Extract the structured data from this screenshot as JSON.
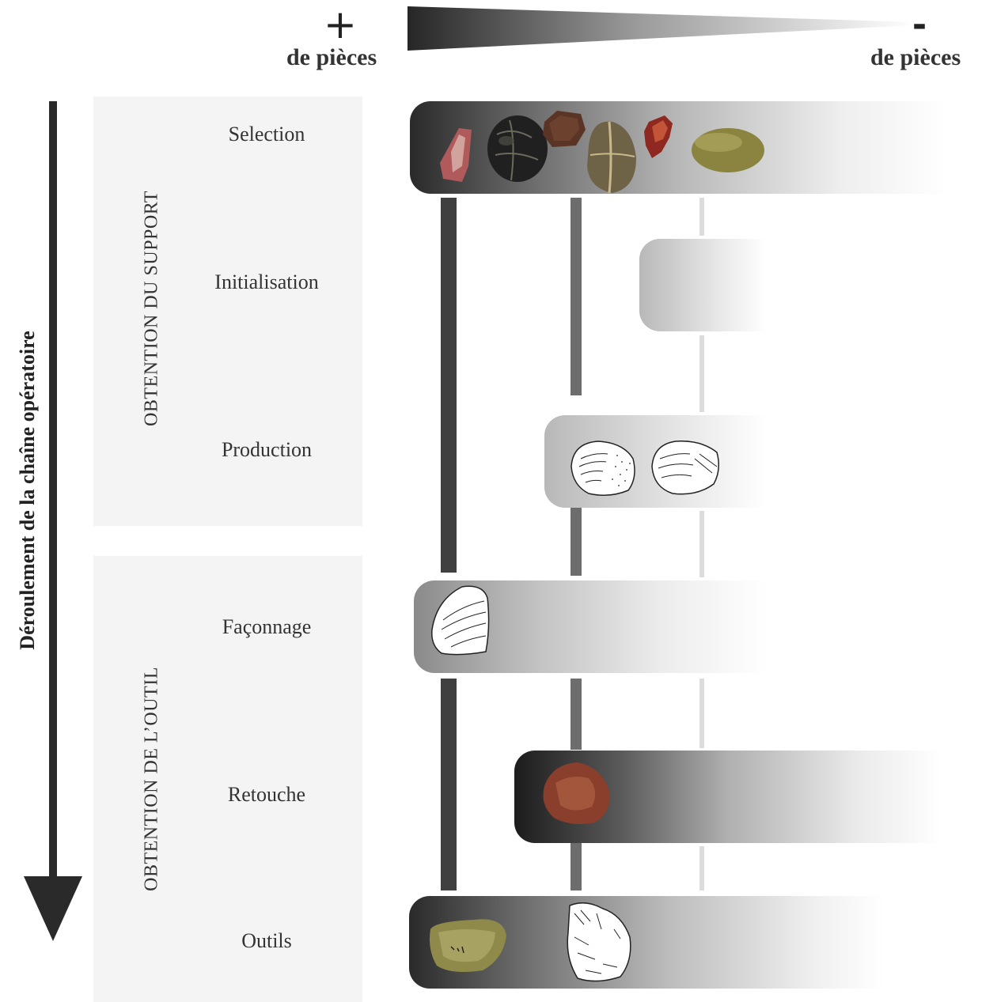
{
  "header": {
    "plus_symbol": "+",
    "minus_symbol": "-",
    "more_pieces_label": "de pièces",
    "fewer_pieces_label": "de pièces"
  },
  "axis": {
    "label": "Déroulement de la chaîne opératoire"
  },
  "groups": [
    {
      "title": "OBTENTION DU SUPPORT",
      "steps": [
        "Selection",
        "Initialisation",
        "Production"
      ]
    },
    {
      "title": "OBTENTION DE L’OUTIL",
      "steps": [
        "Façonnage",
        "Retouche",
        "Outils"
      ]
    }
  ],
  "colors": {
    "panel_background": "#f4f4f4",
    "axis": "#2a2a2a",
    "connector_dark": "#404040",
    "connector_mid": "#6d6d6d",
    "connector_light": "#dcdcdc"
  }
}
